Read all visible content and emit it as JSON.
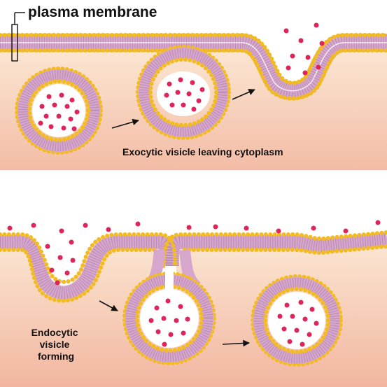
{
  "labels": {
    "plasma_membrane": "plasma membrane",
    "exocytic_caption": "Exocytic visicle leaving cytoplasm",
    "endocytic_caption_lines": [
      "Endocytic",
      "visicle",
      "forming"
    ]
  },
  "colors": {
    "page_background": "#ffffff",
    "cytoplasm_light": "#fbe4cf",
    "cytoplasm_dark": "#f1b39d",
    "membrane_tails": "#d6a6cc",
    "tail_line": "#b98ab3",
    "lipid_head": "#f2bb22",
    "lipid_head_outline": "#b38212",
    "vesicle_interior": "#ffffff",
    "molecule": "#e0245a",
    "arrow": "#111111"
  }
}
